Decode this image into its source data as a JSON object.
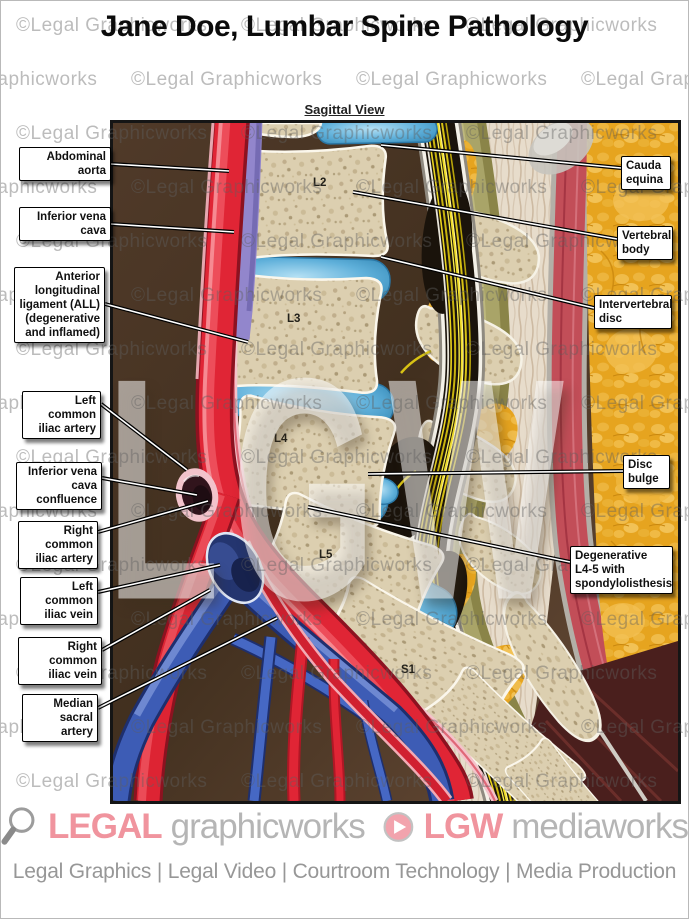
{
  "title": "Jane Doe, Lumbar Spine Pathology",
  "view_label": "Sagittal View",
  "watermark": {
    "tile_text": "©Legal Graphicworks",
    "big_text": "LGW"
  },
  "vertebrae": {
    "l2": "L2",
    "l3": "L3",
    "l4": "L4",
    "l5": "L5",
    "s1": "S1"
  },
  "labels": {
    "left": [
      {
        "text": "Abdominal\naorta"
      },
      {
        "text": "Inferior vena\ncava"
      },
      {
        "text": "Anterior\nlongitudinal\nligament (ALL)\n(degenerative\nand inflamed)"
      },
      {
        "text": "Left common\niliac artery"
      },
      {
        "text": "Inferior vena\ncava confluence"
      },
      {
        "text": "Right common\niliac artery"
      },
      {
        "text": "Left common\niliac vein"
      },
      {
        "text": "Right common\niliac vein"
      },
      {
        "text": "Median\nsacral artery"
      }
    ],
    "right": [
      {
        "text": "Cauda\nequina"
      },
      {
        "text": "Vertebral\nbody"
      },
      {
        "text": "Intervertebral\ndisc"
      },
      {
        "text": "Disc\nbulge"
      },
      {
        "text": "Degenerative\nL4-5 with\nspondylolisthesis"
      }
    ]
  },
  "footer": {
    "brand1_bold": "LEGAL",
    "brand1_rest": "graphicworks",
    "brand2_bold": "LGW",
    "brand2_rest": "mediaworks",
    "services": "Legal Graphics | Legal Video | Courtroom Technology | Media Production"
  },
  "colors": {
    "brand_pink": "#f0949e",
    "brand_gray": "#b5b5b5",
    "artery_red": "#e02535",
    "vein_blue": "#3d5cb5",
    "disc_blue": "#4aa0cf",
    "bone_tan": "#dccfb0",
    "fat_yellow": "#e6a41f",
    "canal_black": "#1a130b",
    "nerve_yellow": "#e8d31f"
  }
}
